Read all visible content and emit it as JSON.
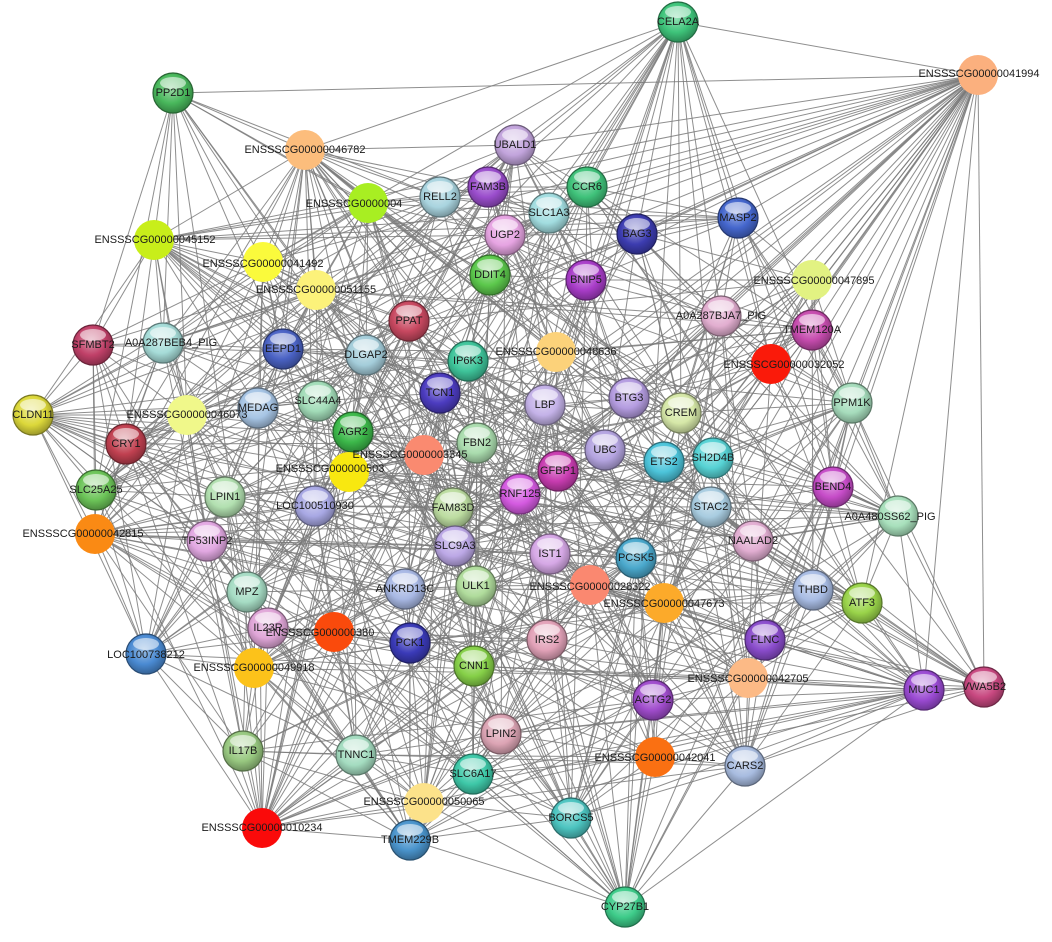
{
  "network": {
    "nodes": [
      {
        "id": "CELA2A",
        "label": "CELA2A",
        "color": "#3ec47a"
      },
      {
        "id": "ENSSSCG00000041994",
        "label": "ENSSSCG00000041994",
        "color": "#fbb07e"
      },
      {
        "id": "PP2D1",
        "label": "PP2D1",
        "color": "#49b85c"
      },
      {
        "id": "ENSSSCG00000046782",
        "label": "ENSSSCG00000046782",
        "color": "#fcbd7c"
      },
      {
        "id": "UBALD1",
        "label": "UBALD1",
        "color": "#c2a4dc"
      },
      {
        "id": "FAM3B",
        "label": "FAM3B",
        "color": "#9a4dcc"
      },
      {
        "id": "CCR6",
        "label": "CCR6",
        "color": "#3fc27a"
      },
      {
        "id": "ENSSSCG0000004x",
        "label": "ENSSSCG0000004",
        "color": "#a8ee22"
      },
      {
        "id": "RELL2",
        "label": "RELL2",
        "color": "#a9d4df"
      },
      {
        "id": "SLC1A3",
        "label": "SLC1A3",
        "color": "#a2dde0"
      },
      {
        "id": "MASP2",
        "label": "MASP2",
        "color": "#4466cc"
      },
      {
        "id": "BAG3",
        "label": "BAG3",
        "color": "#3c3cb0"
      },
      {
        "id": "UGP2",
        "label": "UGP2",
        "color": "#e6a4e2"
      },
      {
        "id": "ENSSSCG00000045152",
        "label": "ENSSSCG00000045152",
        "color": "#c8ee1a"
      },
      {
        "id": "ENSSSCG00000041492",
        "label": "ENSSSCG00000041492",
        "color": "#fafa3c"
      },
      {
        "id": "DDIT4",
        "label": "DDIT4",
        "color": "#5cc84c"
      },
      {
        "id": "BNIP5",
        "label": "BNIP5",
        "color": "#a83cc8"
      },
      {
        "id": "ENSSSCG00000047895",
        "label": "ENSSSCG00000047895",
        "color": "#e2f282"
      },
      {
        "id": "ENSSSCG00000051155",
        "label": "ENSSSCG00000051155",
        "color": "#fcf27a"
      },
      {
        "id": "A0A287BJA7_PIG",
        "label": "A0A287BJA7_PIG",
        "color": "#e2aed0"
      },
      {
        "id": "PPAT",
        "label": "PPAT",
        "color": "#c84860"
      },
      {
        "id": "TMEM120A",
        "label": "TMEM120A",
        "color": "#c64cae"
      },
      {
        "id": "SFMBT2",
        "label": "SFMBT2",
        "color": "#c04068"
      },
      {
        "id": "A0A287BEB4_PIG",
        "label": "A0A287BEB4_PIG",
        "color": "#a6dcd8"
      },
      {
        "id": "EEPD1",
        "label": "EEPD1",
        "color": "#4a62c4"
      },
      {
        "id": "DLGAP2",
        "label": "DLGAP2",
        "color": "#a4cdda"
      },
      {
        "id": "IP6K3",
        "label": "IP6K3",
        "color": "#3ec49a"
      },
      {
        "id": "ENSSSCG00000048636",
        "label": "ENSSSCG00000048636",
        "color": "#fcd27a"
      },
      {
        "id": "ENSSSCG00000032052",
        "label": "ENSSSCG00000032052",
        "color": "#fa1a0a"
      },
      {
        "id": "CLDN11",
        "label": "CLDN11",
        "color": "#dcd83a"
      },
      {
        "id": "MEDAG",
        "label": "MEDAG",
        "color": "#a6c4e4"
      },
      {
        "id": "SLC44A4",
        "label": "SLC44A4",
        "color": "#a2dcb8"
      },
      {
        "id": "TCN1",
        "label": "TCN1",
        "color": "#4c3cc0"
      },
      {
        "id": "LBP",
        "label": "LBP",
        "color": "#c4b2e8"
      },
      {
        "id": "BTG3",
        "label": "BTG3",
        "color": "#b49ce0"
      },
      {
        "id": "CREM",
        "label": "CREM",
        "color": "#d6e8a8"
      },
      {
        "id": "PPM1K",
        "label": "PPM1K",
        "color": "#a6dcbc"
      },
      {
        "id": "ENSSSCG00000046073",
        "label": "ENSSSCG00000046073",
        "color": "#f0f88a"
      },
      {
        "id": "CRY1",
        "label": "CRY1",
        "color": "#c04050"
      },
      {
        "id": "AGR2",
        "label": "AGR2",
        "color": "#3cb84a"
      },
      {
        "id": "FBN2",
        "label": "FBN2",
        "color": "#aadcae"
      },
      {
        "id": "UBC",
        "label": "UBC",
        "color": "#b4a4e0"
      },
      {
        "id": "ETS2",
        "label": "ETS2",
        "color": "#4cc4da"
      },
      {
        "id": "SH2D4B",
        "label": "SH2D4B",
        "color": "#56d2d4"
      },
      {
        "id": "ENSSSCG00000033451",
        "label": "ENSSSCG0000003345",
        "color": "#fa8a70"
      },
      {
        "id": "ENSSSCG0000005030",
        "label": "ENSSSCG000000503",
        "color": "#f8e810"
      },
      {
        "id": "SLC25A25",
        "label": "SLC25A25",
        "color": "#6cc458"
      },
      {
        "id": "GFBP1",
        "label": "GFBP1",
        "color": "#c83cb0"
      },
      {
        "id": "RNF125",
        "label": "RNF125",
        "color": "#d45ae0"
      },
      {
        "id": "BEND4",
        "label": "BEND4",
        "color": "#c64cc8"
      },
      {
        "id": "LPIN1",
        "label": "LPIN1",
        "color": "#b2e0b0"
      },
      {
        "id": "LOC100510930",
        "label": "LOC100510930",
        "color": "#a8a8e4"
      },
      {
        "id": "FAM83D",
        "label": "FAM83D",
        "color": "#bcdca0"
      },
      {
        "id": "STAC2",
        "label": "STAC2",
        "color": "#a8cce0"
      },
      {
        "id": "A0A480SS62_PIG",
        "label": "A0A480SS62_PIG",
        "color": "#a8e0bc"
      },
      {
        "id": "ENSSSCG00000042815",
        "label": "ENSSSCG00000042815",
        "color": "#fa8a14"
      },
      {
        "id": "TP53INP2",
        "label": "TP53INP2",
        "color": "#e2a8e2"
      },
      {
        "id": "SLC9A3",
        "label": "SLC9A3",
        "color": "#bca8e6"
      },
      {
        "id": "NAALAD2",
        "label": "NAALAD2",
        "color": "#e2aed2"
      },
      {
        "id": "IST1",
        "label": "IST1",
        "color": "#d6a8e6"
      },
      {
        "id": "PCSK5",
        "label": "PCSK5",
        "color": "#4aa8cc"
      },
      {
        "id": "ENSSSCG00000028322",
        "label": "ENSSSCG00000028322",
        "color": "#fa8870"
      },
      {
        "id": "MPZ",
        "label": "MPZ",
        "color": "#a6dcc4"
      },
      {
        "id": "ANKRD13C",
        "label": "ANKRD13C",
        "color": "#a8b8e4"
      },
      {
        "id": "ULK1",
        "label": "ULK1",
        "color": "#b0dc9c"
      },
      {
        "id": "ENSSSCG00000047673",
        "label": "ENSSSCG00000047673",
        "color": "#fcaa2a"
      },
      {
        "id": "THBD",
        "label": "THBD",
        "color": "#a8bce4"
      },
      {
        "id": "ATF3",
        "label": "ATF3",
        "color": "#9ad44a"
      },
      {
        "id": "IL23R",
        "label": "IL23R",
        "color": "#e0a6d8"
      },
      {
        "id": "ENSSSCG0000003800",
        "label": "ENSSSCG000000380",
        "color": "#fa4a0c"
      },
      {
        "id": "LOC100738212",
        "label": "LOC100738212",
        "color": "#4a8ad2"
      },
      {
        "id": "PCK1",
        "label": "PCK1",
        "color": "#3a3ab8"
      },
      {
        "id": "IRS2",
        "label": "IRS2",
        "color": "#e2a2b8"
      },
      {
        "id": "FLNC",
        "label": "FLNC",
        "color": "#8a4ccc"
      },
      {
        "id": "ENSSSCG00000049918",
        "label": "ENSSSCG00000049918",
        "color": "#fcc21a"
      },
      {
        "id": "CNN1",
        "label": "CNN1",
        "color": "#86d048"
      },
      {
        "id": "ENSSSCG00000042705",
        "label": "ENSSSCG00000042705",
        "color": "#fcba86"
      },
      {
        "id": "MUC1",
        "label": "MUC1",
        "color": "#9a4ad2"
      },
      {
        "id": "VWA5B2",
        "label": "VWA5B2",
        "color": "#c84880"
      },
      {
        "id": "ACTG2",
        "label": "ACTG2",
        "color": "#a04ccc"
      },
      {
        "id": "LPIN2",
        "label": "LPIN2",
        "color": "#dca4b4"
      },
      {
        "id": "IL17B",
        "label": "IL17B",
        "color": "#98c880"
      },
      {
        "id": "TNNC1",
        "label": "TNNC1",
        "color": "#a4dcc0"
      },
      {
        "id": "SLC6A17",
        "label": "SLC6A17",
        "color": "#3ec8a8"
      },
      {
        "id": "ENSSSCG00000042041",
        "label": "ENSSSCG00000042041",
        "color": "#fa7012"
      },
      {
        "id": "CARS2",
        "label": "CARS2",
        "color": "#a8bce0"
      },
      {
        "id": "ENSSSCG00000050065",
        "label": "ENSSSCG00000050065",
        "color": "#fce28a"
      },
      {
        "id": "BORCS5",
        "label": "BORCS5",
        "color": "#4cc4c0"
      },
      {
        "id": "ENSSSCG00000010234",
        "label": "ENSSSCG00000010234",
        "color": "#fa0a0a"
      },
      {
        "id": "TMEM229B",
        "label": "TMEM229B",
        "color": "#4a94cc"
      },
      {
        "id": "CYP27B1",
        "label": "CYP27B1",
        "color": "#3ecc8a"
      }
    ]
  }
}
